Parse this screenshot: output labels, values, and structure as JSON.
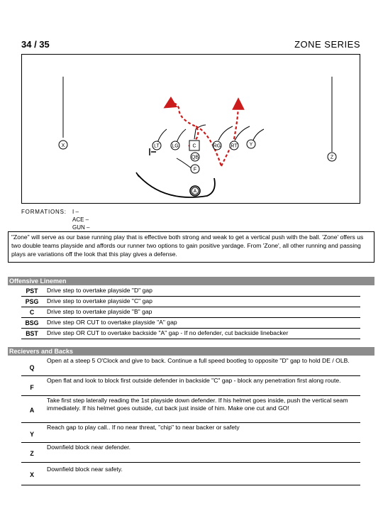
{
  "header": {
    "page": "34 / 35",
    "title": "ZONE SERIES"
  },
  "diagram": {
    "players": {
      "X": "X",
      "LT": "LT",
      "LG": "LG",
      "C": "C",
      "RG": "RG",
      "RT": "RT",
      "Y": "Y",
      "Z": "Z",
      "QB": "QB",
      "F": "F",
      "A": "A"
    }
  },
  "formations": {
    "label": "FORMATIONS:",
    "values": [
      "I –",
      "ACE –",
      "GUN –"
    ]
  },
  "description": "\"Zone\" will serve as our base running play that is effective both strong and weak to get a vertical push with the ball. 'Zone' offers us two double teams playside and affords our runner two options to gain positive yardage. From 'Zone', all other running and passing plays are variations off the look that this play gives a defense.",
  "offensive_linemen": {
    "header": "Offensive Linemen",
    "rows": [
      {
        "pos": "PST",
        "text": "Drive step to overtake playside \"D\" gap"
      },
      {
        "pos": "PSG",
        "text": "Drive step to overtake playside \"C\" gap"
      },
      {
        "pos": "C",
        "text": "Drive step to overtake playside \"B\" gap"
      },
      {
        "pos": "BSG",
        "text": "Drive step OR CUT to overtake playside \"A\" gap"
      },
      {
        "pos": "BST",
        "text": "Drive step OR CUT to overtake backside \"A\" gap - If no defender, cut backside linebacker"
      }
    ]
  },
  "receivers_backs": {
    "header": "Recievers and Backs",
    "rows": [
      {
        "pos": "Q",
        "text": "Open at a steep 5 O'Clock and give to back. Continue a full speed bootleg to opposite \"D\" gap to hold DE / OLB."
      },
      {
        "pos": "F",
        "text": "Open flat and look to block first outside defender in backside \"C\" gap - block any penetration first along route."
      },
      {
        "pos": "A",
        "text": "Take first step laterally reading the 1st playside down defender. If his helmet goes inside, push the vertical seam immediately. If his helmet goes outside, cut back just inside of him. Make one cut and GO!"
      },
      {
        "pos": "Y",
        "text": "Reach gap to play call.. If no near threat, \"chip\" to near backer or safety"
      },
      {
        "pos": "Z",
        "text": "Downfield block near defender."
      },
      {
        "pos": "X",
        "text": "Downfield block near safety."
      }
    ]
  }
}
